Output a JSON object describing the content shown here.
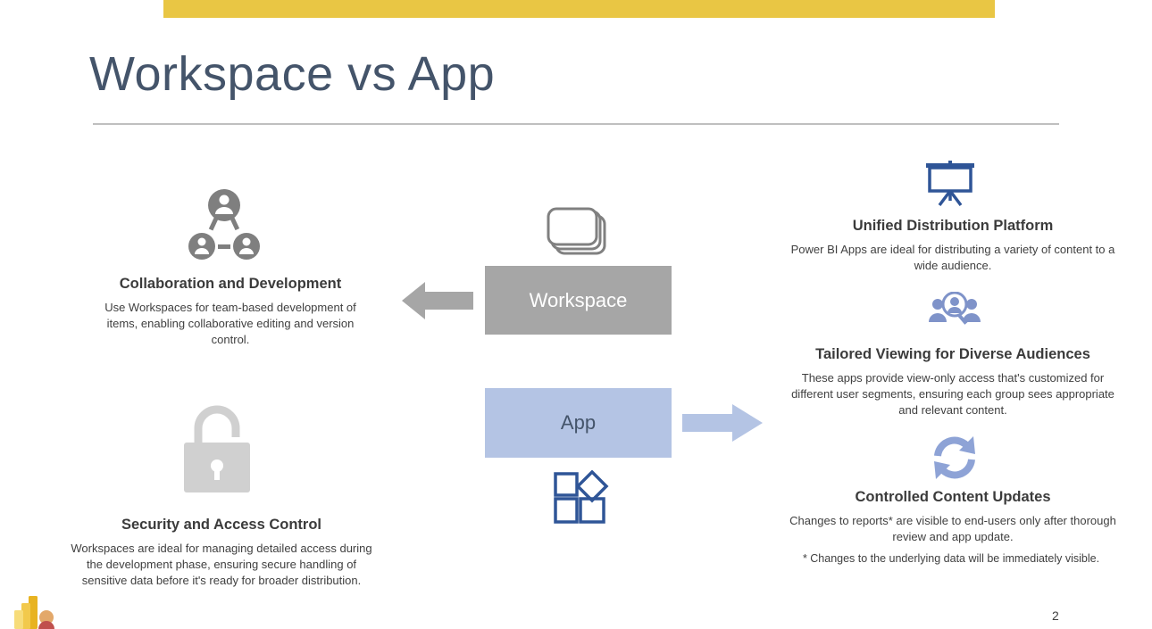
{
  "slide": {
    "title": "Workspace vs App",
    "page_number": "2"
  },
  "center": {
    "workspace_label": "Workspace",
    "app_label": "App"
  },
  "left": {
    "collaboration": {
      "title": "Collaboration and Development",
      "text": "Use Workspaces for team-based development of items, enabling collaborative editing and version control."
    },
    "security": {
      "title": "Security and Access Control",
      "text": "Workspaces are ideal for managing detailed access during the development phase, ensuring secure handling of sensitive data before it's ready for broader distribution."
    }
  },
  "right": {
    "distribution": {
      "title": "Unified Distribution Platform",
      "text": "Power BI Apps are ideal for distributing a variety of content to a wide audience."
    },
    "viewing": {
      "title": "Tailored Viewing for Diverse Audiences",
      "text": "These apps provide view-only access that's customized for different user segments, ensuring each group sees appropriate and relevant content."
    },
    "updates": {
      "title": "Controlled Content Updates",
      "text": "Changes to reports* are visible to end-users only after thorough review and app update.",
      "footnote": "* Changes to the underlying data will be immediately visible."
    }
  },
  "colors": {
    "accent_bar": "#e9c644",
    "title_text": "#44546a",
    "workspace_box": "#a6a6a6",
    "app_box": "#b4c4e4",
    "app_icon_blue": "#2f5597",
    "gray_icon": "#7f7f7f"
  },
  "icons": [
    "team-network-icon",
    "stacked-pages-icon",
    "arrow-left-icon",
    "arrow-right-icon",
    "open-padlock-icon",
    "apps-grid-icon",
    "presentation-board-icon",
    "audience-icon",
    "refresh-cycle-icon",
    "power-bi-logo"
  ]
}
